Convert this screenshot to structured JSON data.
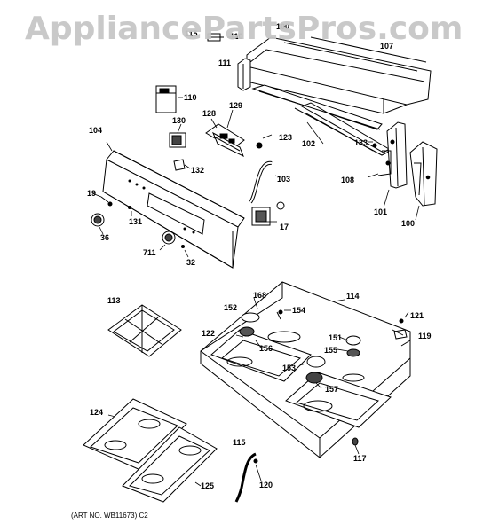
{
  "watermark": "AppliancePartsPros.com",
  "caption": "(ART NO. WB11673) C2",
  "part_labels": [
    "115",
    "110",
    "100",
    "107",
    "111",
    "110",
    "129",
    "128",
    "130",
    "123",
    "102",
    "133",
    "104",
    "132",
    "103",
    "108",
    "19",
    "131",
    "101",
    "100",
    "36",
    "711",
    "32",
    "17",
    "113",
    "168",
    "114",
    "152",
    "154",
    "121",
    "122",
    "156",
    "151",
    "119",
    "155",
    "153",
    "157",
    "124",
    "117",
    "115",
    "120",
    "125"
  ]
}
